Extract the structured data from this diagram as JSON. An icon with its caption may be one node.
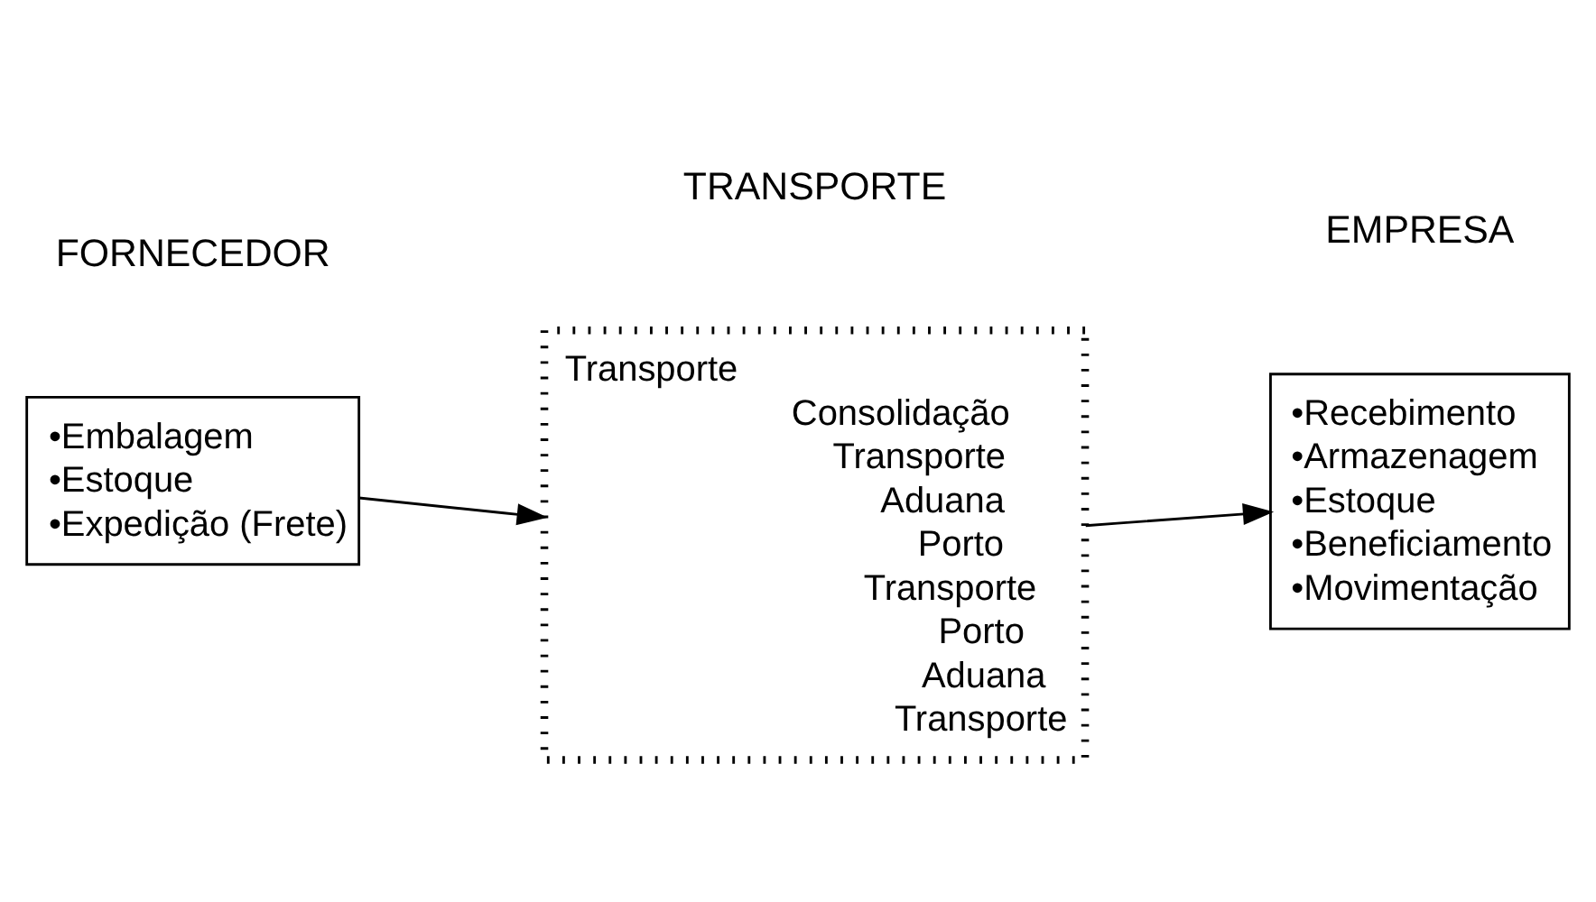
{
  "diagram": {
    "nodes": [
      {
        "text": [
          "•Embalagem",
          "•Estoque",
          "•Expedição (Frete)"
        ]
      },
      {
        "text": [
          "Transporte",
          "Consolidação",
          "Transporte",
          "Aduana",
          "Porto",
          "Transporte",
          "Porto",
          "Aduana",
          "Transporte"
        ]
      },
      {
        "text": [
          "•Recebimento",
          "•Armazenagem",
          "•Estoque",
          "•Beneficiamento",
          "•Movimentação"
        ]
      }
    ],
    "edges": [
      {
        "from": 0,
        "to": 1,
        "arrow": "to"
      },
      {
        "from": 1,
        "to": 2,
        "arrow": "to"
      }
    ],
    "labels": [
      "FORNECEDOR",
      "TRANSPORTE",
      "EMPRESA"
    ]
  }
}
